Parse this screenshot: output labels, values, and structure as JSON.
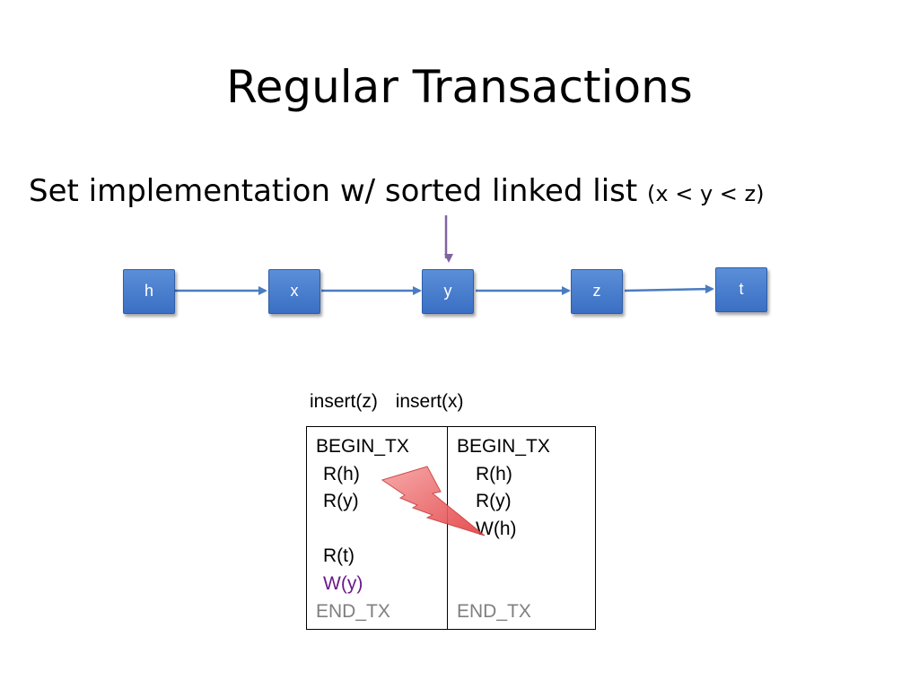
{
  "slide": {
    "title": "Regular Transactions",
    "subtitle_main": "Set implementation w/ sorted linked list",
    "subtitle_note": "(x < y < z)"
  },
  "linked_list": {
    "nodes": [
      {
        "label": "h"
      },
      {
        "label": "x"
      },
      {
        "label": "y"
      },
      {
        "label": "z"
      },
      {
        "label": "t"
      }
    ],
    "node_color": "#4a7fd0",
    "edge_color": "#4a7cc0",
    "pointer_color": "#8064a2",
    "pointer_target": "y"
  },
  "transactions": {
    "headers": [
      "insert(z)",
      "insert(x)"
    ],
    "left": [
      {
        "text": "BEGIN_TX",
        "color": "black"
      },
      {
        "text": "R(h)",
        "color": "black"
      },
      {
        "text": "R(y)",
        "color": "black"
      },
      {
        "text": "R(t)",
        "color": "black"
      },
      {
        "text": "W(y)",
        "color": "purple"
      },
      {
        "text": "END_TX",
        "color": "gray"
      }
    ],
    "right": [
      {
        "text": "BEGIN_TX",
        "color": "black"
      },
      {
        "text": "R(h)",
        "color": "black"
      },
      {
        "text": "R(y)",
        "color": "black"
      },
      {
        "text": "W(h)",
        "color": "black"
      },
      {
        "text": "END_TX",
        "color": "gray"
      }
    ],
    "conflict_icon": "lightning-bolt-icon",
    "conflict_color": "#e8474a"
  }
}
